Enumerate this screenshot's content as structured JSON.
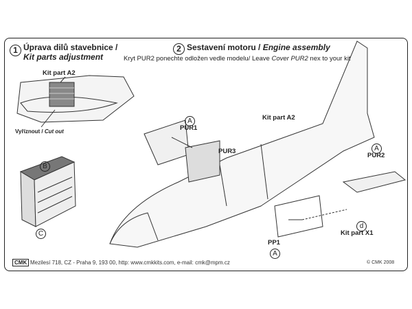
{
  "step1": {
    "number": "1",
    "title_cz": "Úprava dilů stavebnice /",
    "title_en": "Kit parts adjustment",
    "kit_part": "Kit part A2",
    "cut_cz": "Vyříznout / ",
    "cut_en": "Cut out",
    "label_b": "B",
    "label_c": "C"
  },
  "step2": {
    "number": "2",
    "title_cz": "Sestavení motoru / ",
    "title_en": "Engine assembly",
    "note_pre": "Kryt PUR2 ponechte odložen vedle modelu/ Leave ",
    "note_em": "Cover PUR2",
    "note_post": " nex to your kit",
    "pur1_letter": "A",
    "pur1": "PUR1",
    "pur3": "PUR3",
    "kit_part_a2": "Kit part A2",
    "pur2_letter": "A",
    "pur2": "PUR2",
    "x1_letter": "d",
    "x1": "Kit part X1",
    "pp1": "PP1",
    "pp1_letter": "A"
  },
  "footer": {
    "logo": "CMK",
    "address": "Mezilesí 718, CZ - Praha 9,  193 00, http: www.cmkkits.com, e-mail: cmk@mpm.cz",
    "copyright": "© CMK 2008"
  }
}
